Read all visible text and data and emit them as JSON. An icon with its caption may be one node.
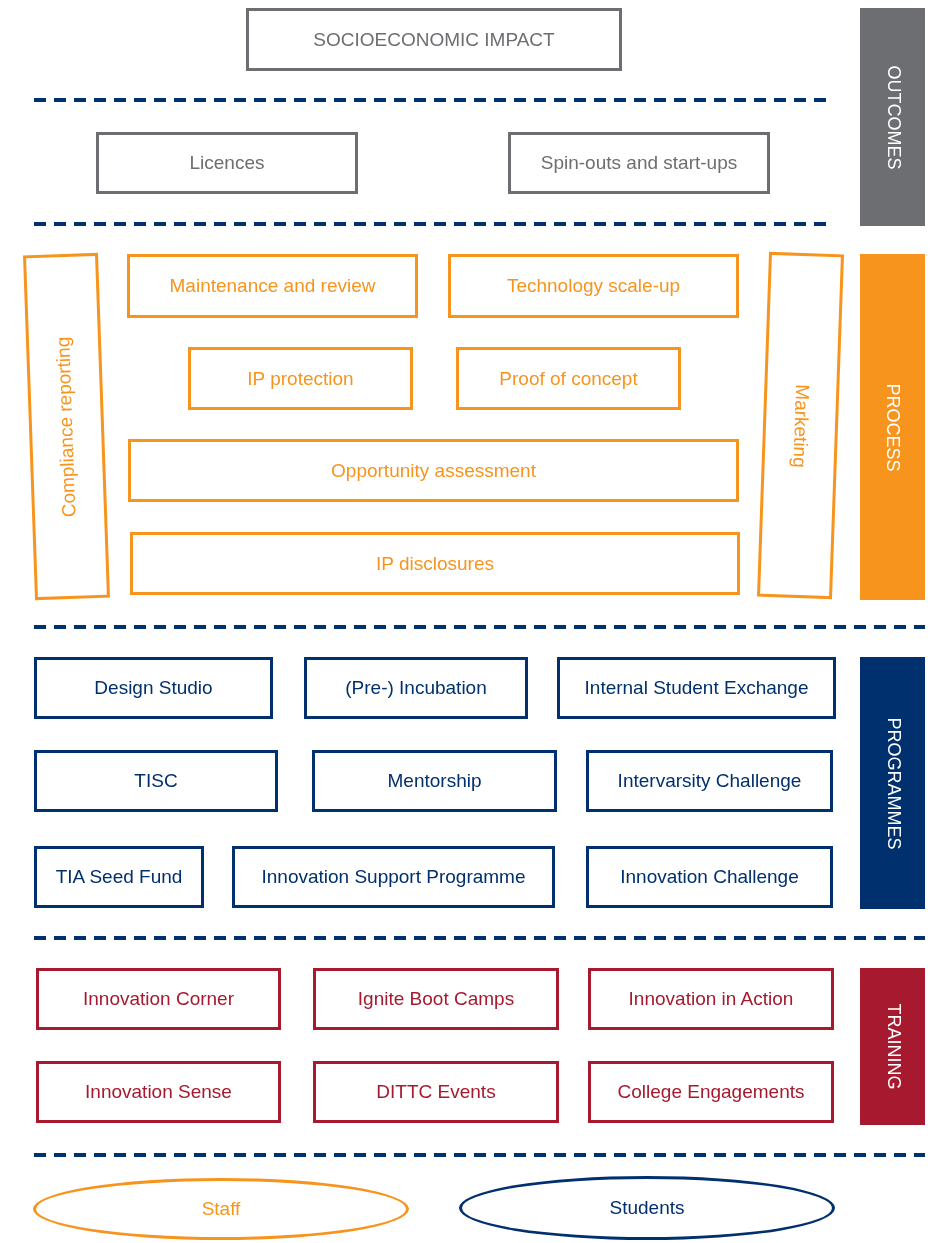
{
  "diagram": {
    "nodes": [
      {
        "text": [
          "SOCIOECONOMIC IMPACT"
        ]
      },
      {
        "text": [
          "OUTCOMES"
        ]
      },
      {
        "text": [
          "Licences"
        ]
      },
      {
        "text": [
          "Spin-outs and start-ups"
        ]
      },
      {
        "text": [
          "Compliance reporting"
        ]
      },
      {
        "text": [
          "Maintenance and review"
        ]
      },
      {
        "text": [
          "Technology scale-up"
        ]
      },
      {
        "text": [
          "Marketing"
        ]
      },
      {
        "text": [
          "PROCESS"
        ]
      },
      {
        "text": [
          "IP protection"
        ]
      },
      {
        "text": [
          "Proof of concept"
        ]
      },
      {
        "text": [
          "Opportunity assessment"
        ]
      },
      {
        "text": [
          "IP disclosures"
        ]
      },
      {
        "text": [
          "Design Studio"
        ]
      },
      {
        "text": [
          "(Pre-) Incubation"
        ]
      },
      {
        "text": [
          "Internal Student Exchange"
        ]
      },
      {
        "text": [
          "PROGRAMMES"
        ]
      },
      {
        "text": [
          "TISC"
        ]
      },
      {
        "text": [
          "Mentorship"
        ]
      },
      {
        "text": [
          "Intervarsity Challenge"
        ]
      },
      {
        "text": [
          "TIA Seed Fund"
        ]
      },
      {
        "text": [
          "Innovation Support Programme"
        ]
      },
      {
        "text": [
          "Innovation Challenge"
        ]
      },
      {
        "text": [
          "Innovation Corner"
        ]
      },
      {
        "text": [
          "Ignite Boot Camps"
        ]
      },
      {
        "text": [
          "Innovation in Action"
        ]
      },
      {
        "text": [
          "TRAINING"
        ]
      },
      {
        "text": [
          "Innovation Sense"
        ]
      },
      {
        "text": [
          "DITTC Events"
        ]
      },
      {
        "text": [
          "College Engagements"
        ]
      },
      {
        "text": [
          "Staff"
        ]
      },
      {
        "text": [
          "Students"
        ]
      }
    ]
  }
}
